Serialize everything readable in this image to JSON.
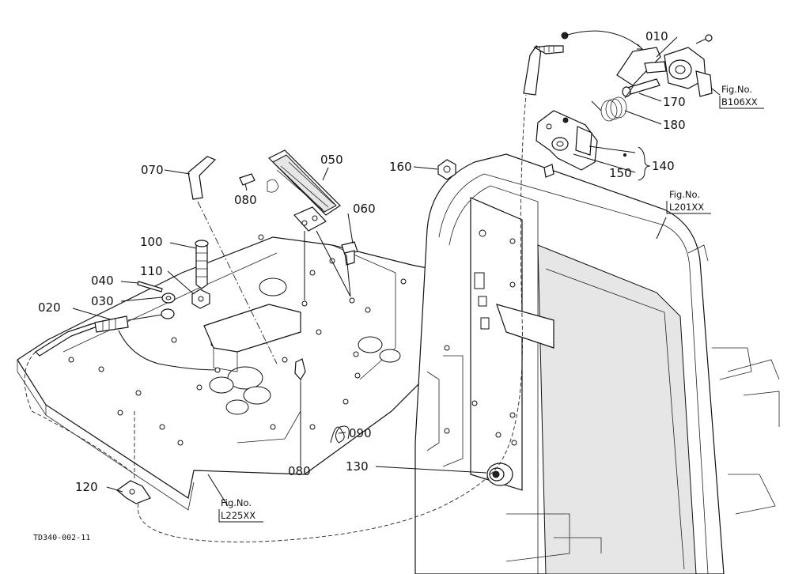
{
  "callouts": {
    "c010": "010",
    "c020": "020",
    "c030": "030",
    "c040": "040",
    "c050": "050",
    "c060": "060",
    "c070": "070",
    "c080a": "080",
    "c080b": "080",
    "c090": "090",
    "c100": "100",
    "c110": "110",
    "c120": "120",
    "c130": "130",
    "c140": "140",
    "c150": "150",
    "c160": "160",
    "c170": "170",
    "c180": "180"
  },
  "figure_refs": {
    "b106": {
      "label": "Fig.No.",
      "code": "B106XX"
    },
    "l201": {
      "label": "Fig.No.",
      "code": "L201XX"
    },
    "l225": {
      "label": "Fig.No.",
      "code": "L225XX"
    }
  },
  "drawing_id": "TD340-002-11"
}
